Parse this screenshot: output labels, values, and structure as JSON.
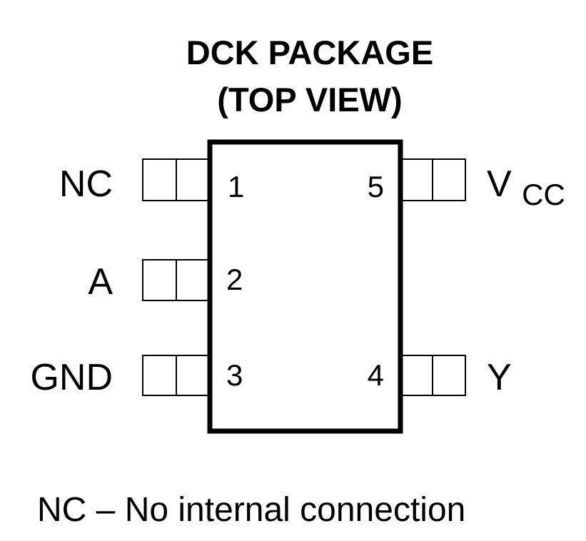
{
  "title": {
    "line1": "DCK PACKAGE",
    "line2": "(TOP VIEW)"
  },
  "pins": [
    {
      "number": "1",
      "name": "NC",
      "side": "left"
    },
    {
      "number": "2",
      "name": "A",
      "side": "left"
    },
    {
      "number": "3",
      "name": "GND",
      "side": "left"
    },
    {
      "number": "4",
      "name": "Y",
      "side": "right"
    },
    {
      "number": "5",
      "name_main": "V",
      "name_sub": "CC",
      "side": "right"
    }
  ],
  "note": "NC – No internal connection"
}
